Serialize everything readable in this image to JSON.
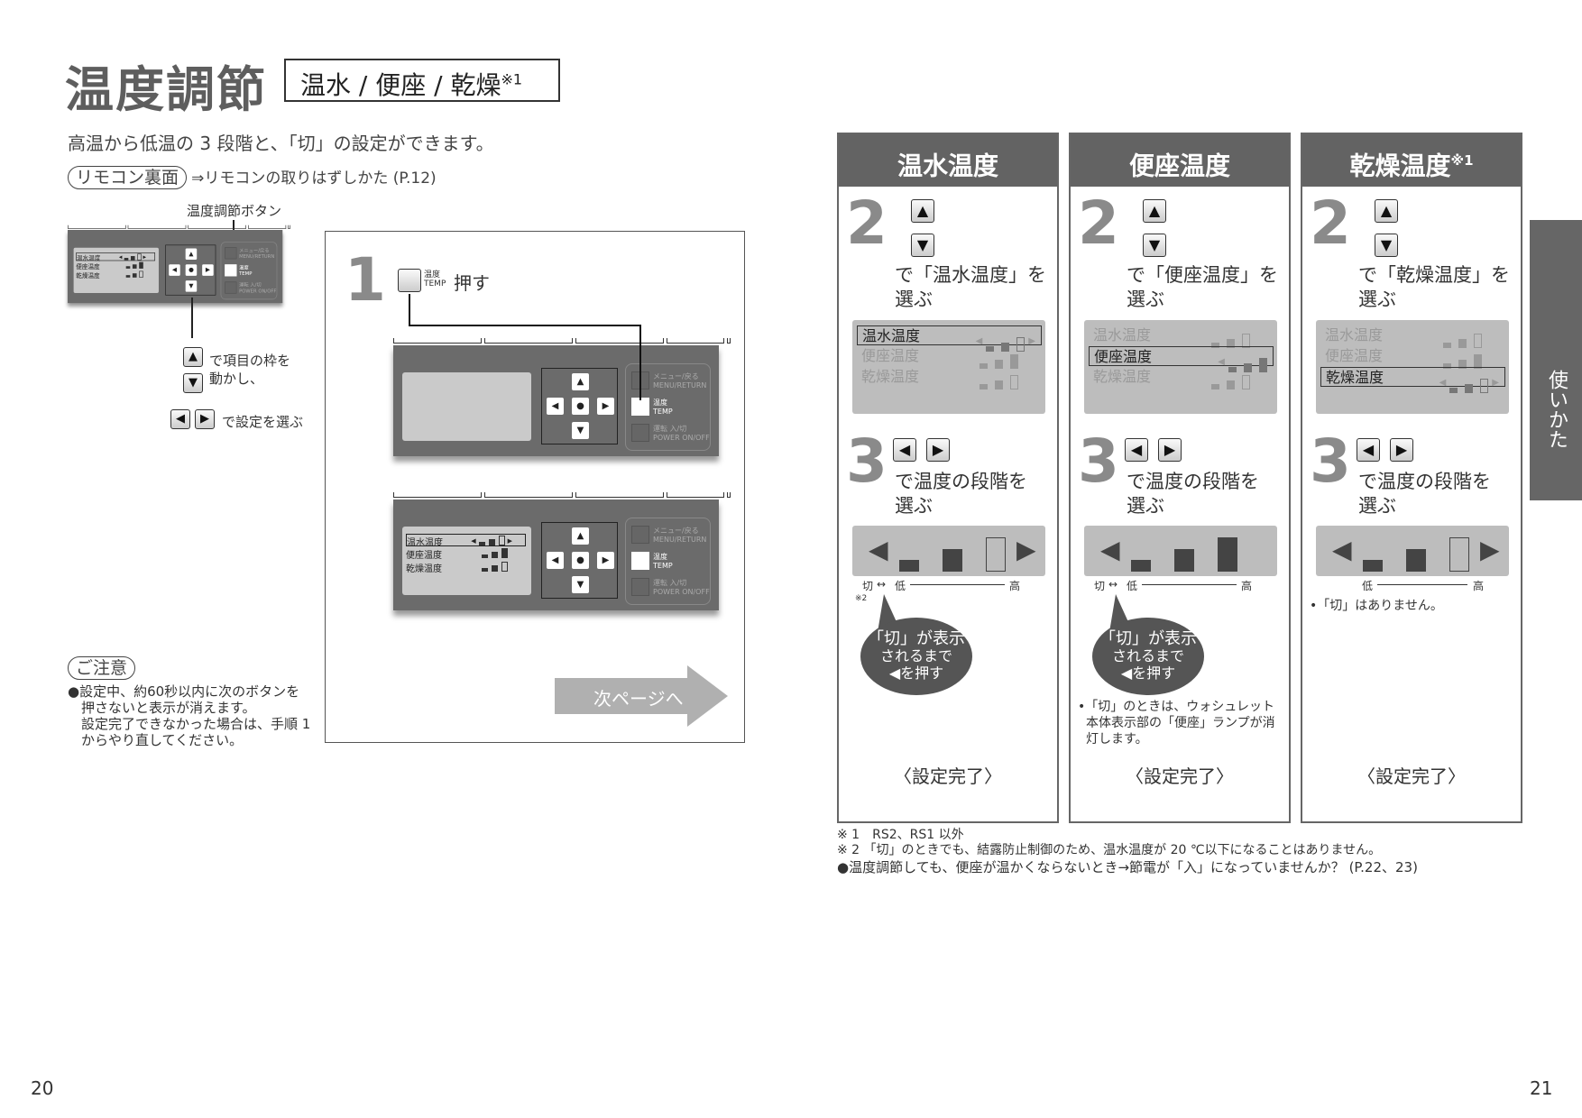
{
  "header": {
    "title": "温度調節",
    "subtitle": "温水 / 便座 / 乾燥",
    "subtitle_note": "※1"
  },
  "intro": "高温から低温の 3 段階と、「切」の設定ができます。",
  "remote_ref": {
    "pill": "リモコン裏面",
    "text": "⇒リモコンの取りはずしかた (P.12)"
  },
  "left_diagram": {
    "button_label": "温度調節ボタン",
    "updown_text": [
      "で項目の枠を",
      "動かし、"
    ],
    "leftright_text": "で設定を選ぶ"
  },
  "remote": {
    "menu_label": [
      "メニュー/戻る",
      "MENU/RETURN"
    ],
    "temp_label": [
      "温度",
      "TEMP"
    ],
    "power_label": [
      "運転 入/切",
      "POWER ON/OFF"
    ],
    "lcd_rows": [
      {
        "label": "温水温度",
        "level": 2,
        "selected": true
      },
      {
        "label": "便座温度",
        "level": 3,
        "selected": false
      },
      {
        "label": "乾燥温度",
        "level": 2,
        "selected": false
      }
    ]
  },
  "step1": {
    "number": "1",
    "button_label": [
      "温度",
      "TEMP"
    ],
    "action": "押す",
    "next_page": "次ページへ"
  },
  "caution": {
    "title": "ご注意",
    "lines": [
      "●設定中、約60秒以内に次のボタンを",
      "押さないと表示が消えます。",
      "設定完了できなかった場合は、手順 1",
      "からやり直してください。"
    ]
  },
  "columns": [
    {
      "title": "温水温度",
      "title_note": "",
      "step2_number": "2",
      "step2_text": [
        "で「温水温度」を",
        "選ぶ"
      ],
      "selected_row": 0,
      "step3_number": "3",
      "step3_text": [
        "で温度の段階を",
        "選ぶ"
      ],
      "gauge_level": 2,
      "gauge_has_right_arrow": true,
      "scale_labels": {
        "off": "切",
        "low": "低",
        "high": "高"
      },
      "scale_note": "※2",
      "bubble": [
        "「切」が表示",
        "されるまで",
        "◀を押す"
      ],
      "note": [],
      "done": "〈設定完了〉"
    },
    {
      "title": "便座温度",
      "title_note": "",
      "step2_number": "2",
      "step2_text": [
        "で「便座温度」を",
        "選ぶ"
      ],
      "selected_row": 1,
      "step3_number": "3",
      "step3_text": [
        "で温度の段階を",
        "選ぶ"
      ],
      "gauge_level": 3,
      "gauge_has_right_arrow": false,
      "scale_labels": {
        "off": "切",
        "low": "低",
        "high": "高"
      },
      "scale_note": "",
      "bubble": [
        "「切」が表示",
        "されるまで",
        "◀を押す"
      ],
      "note": [
        "•「切」のときは、ウォシュレット",
        "本体表示部の「便座」ランプが消",
        "灯します。"
      ],
      "done": "〈設定完了〉"
    },
    {
      "title": "乾燥温度",
      "title_note": "※1",
      "step2_number": "2",
      "step2_text": [
        "で「乾燥温度」を",
        "選ぶ"
      ],
      "selected_row": 2,
      "step3_number": "3",
      "step3_text": [
        "で温度の段階を",
        "選ぶ"
      ],
      "gauge_level": 2,
      "gauge_has_right_arrow": true,
      "scale_labels": {
        "off": "",
        "low": "低",
        "high": "高"
      },
      "scale_note": "",
      "bubble": [],
      "note": [
        "•「切」はありません。"
      ],
      "done": "〈設定完了〉"
    }
  ],
  "display_rows": [
    {
      "label": "温水温度",
      "level": 2
    },
    {
      "label": "便座温度",
      "level": 3
    },
    {
      "label": "乾燥温度",
      "level": 2
    }
  ],
  "footnotes": [
    "※ 1　RS2、RS1 以外",
    "※ 2 「切」のときでも、結露防止制御のため、温水温度が 20 ℃以下になることはありません。",
    "●温度調節しても、便座が温かくならないとき→節電が「入」になっていませんか？ (P.22、23)"
  ],
  "side_tab": "使いかた",
  "page_numbers": {
    "left": "20",
    "right": "21"
  },
  "colors": {
    "header_gray": "#636363",
    "number_gray": "#8a8a8a",
    "display_gray": "#bdbdbd",
    "remote_gray": "#6b6b6b"
  }
}
